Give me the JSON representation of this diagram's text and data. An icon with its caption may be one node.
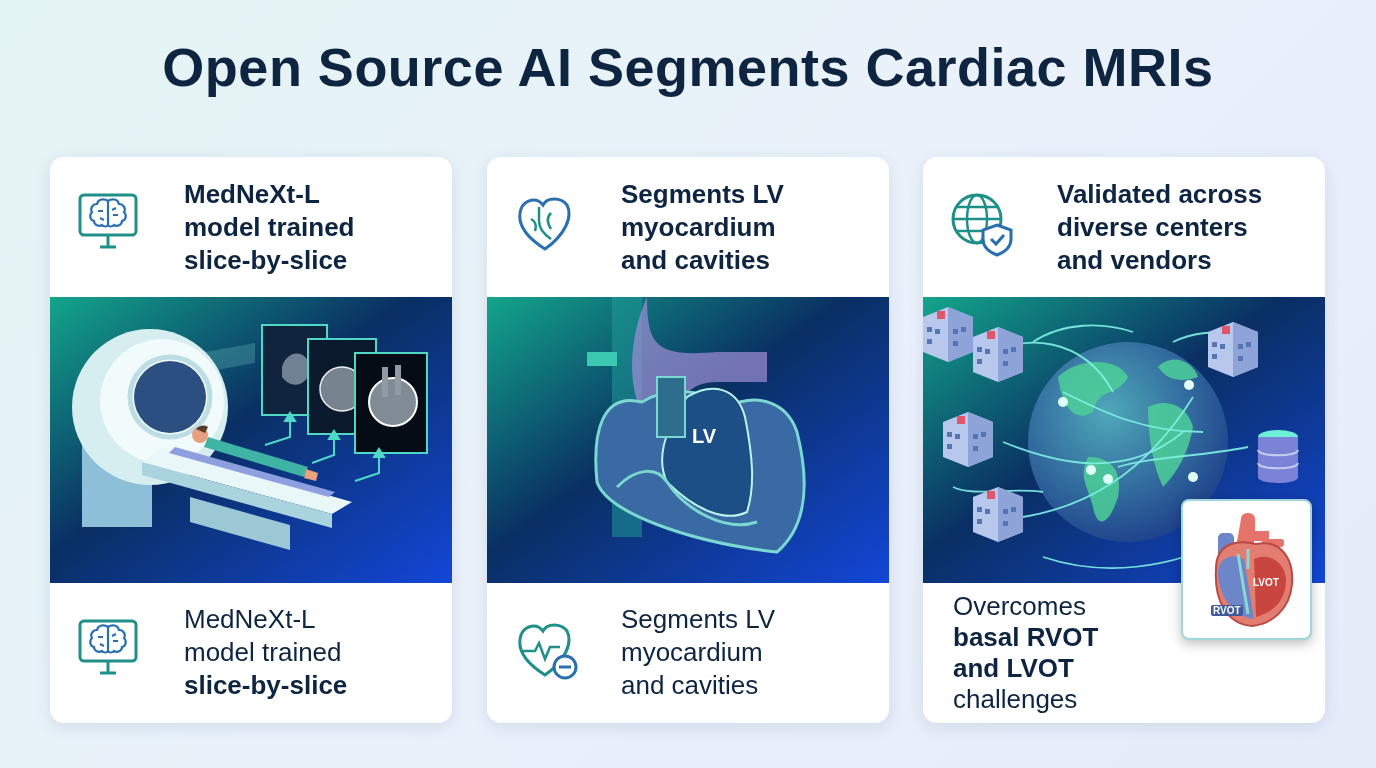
{
  "diagram": {
    "title": "Open Source AI Segments Cardiac MRIs",
    "nodes": [
      {
        "text": [
          "MedNeXt-L model trained slice-by-slice",
          "MedNeXt-L model trained **slice-by-slice**"
        ]
      },
      {
        "text": [
          "Segments LV myocardium and cavities",
          "Segments LV myocardium and cavities"
        ]
      },
      {
        "text": [
          "Validated across diverse centers and vendors",
          "Overcomes **basal RVOT and LVOT** challenges"
        ]
      }
    ],
    "labels": [
      "LV",
      "LVOT",
      "RVOT"
    ]
  }
}
